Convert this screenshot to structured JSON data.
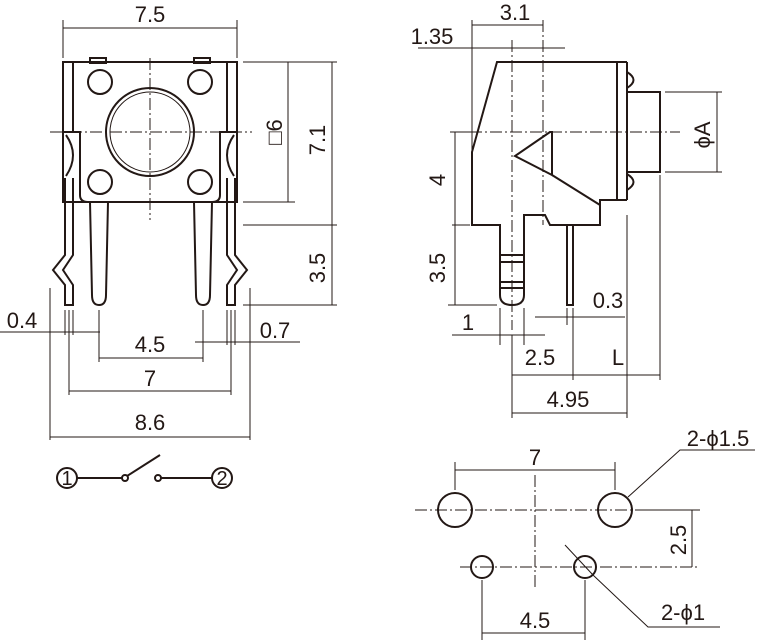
{
  "front_view": {
    "dim_width_top": "7.5",
    "dim_square": "□6",
    "dim_height": "7.1",
    "dim_pin_length": "3.5",
    "dim_lead_width": "0.4",
    "dim_pin_spacing_inner": "4.5",
    "dim_lead_offset": "0.7",
    "dim_pin_spacing": "7",
    "dim_overall_width": "8.6"
  },
  "schematic": {
    "terminal_1": "1",
    "terminal_2": "2"
  },
  "side_view": {
    "dim_top": "3.1",
    "dim_offset": "1.35",
    "dim_height": "4",
    "dim_pin_length": "3.5",
    "dim_actuator_diameter": "ϕA",
    "dim_pin_thickness": "0.3",
    "dim_pin_width": "1",
    "dim_pin_gap": "2.5",
    "dim_length": "L",
    "dim_depth": "4.95"
  },
  "footprint": {
    "dim_hole_spacing": "7",
    "dim_row_spacing": "2.5",
    "dim_small_spacing": "4.5",
    "large_hole_label": "2-ϕ1.5",
    "small_hole_label": "2-ϕ1"
  }
}
